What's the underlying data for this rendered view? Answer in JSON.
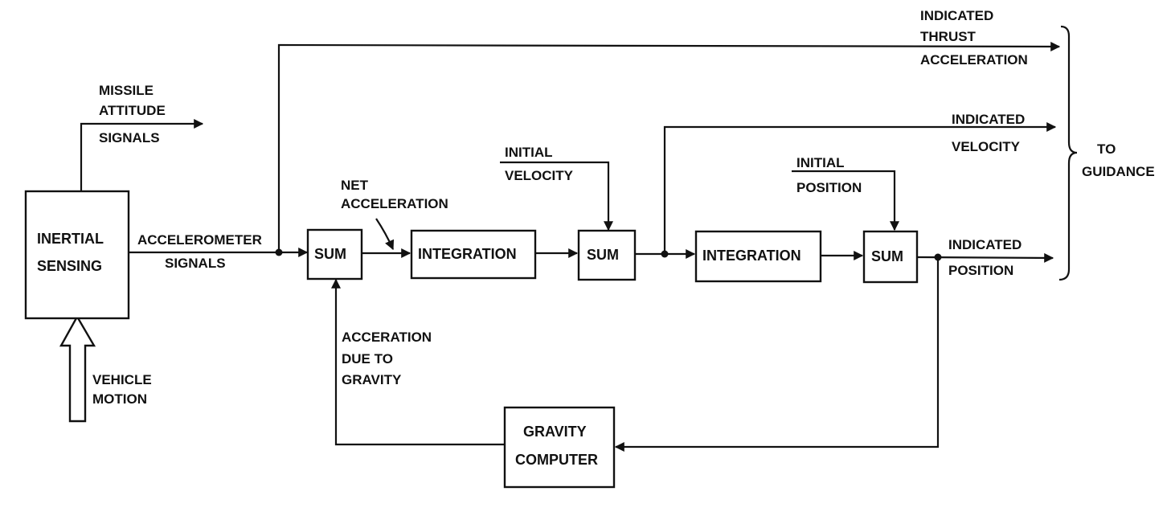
{
  "blocks": {
    "inertial_sensing": [
      "INERTIAL",
      "SENSING"
    ],
    "sum_1": "SUM",
    "integration_1": "INTEGRATION",
    "sum_2": "SUM",
    "integration_2": "INTEGRATION",
    "sum_3": "SUM",
    "gravity_computer": [
      "GRAVITY",
      "COMPUTER"
    ]
  },
  "labels": {
    "missile_attitude": [
      "MISSILE",
      "ATTITUDE",
      "SIGNALS"
    ],
    "accelerometer": [
      "ACCELEROMETER",
      "SIGNALS"
    ],
    "net_acceleration": [
      "NET",
      "ACCELERATION"
    ],
    "initial_velocity": [
      "INITIAL",
      "VELOCITY"
    ],
    "initial_position": [
      "INITIAL",
      "POSITION"
    ],
    "gravity_accel": [
      "ACCERATION",
      "DUE TO",
      "GRAVITY"
    ],
    "vehicle_motion": [
      "VEHICLE",
      "MOTION"
    ],
    "indicated_thrust": [
      "INDICATED",
      "THRUST",
      "ACCELERATION"
    ],
    "indicated_velocity": [
      "INDICATED",
      "VELOCITY"
    ],
    "indicated_position": [
      "INDICATED",
      "POSITION"
    ],
    "to_guidance": [
      "TO",
      "GUIDANCE"
    ]
  }
}
